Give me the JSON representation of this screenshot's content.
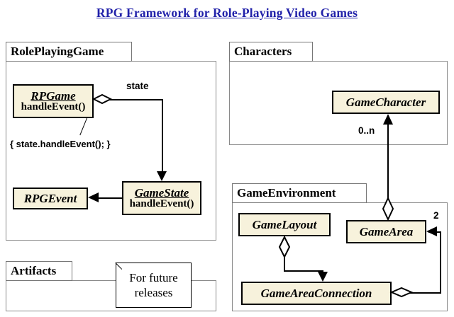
{
  "title": "RPG Framework for Role-Playing Video Games",
  "title_color": "#2222aa",
  "class_fill_color": "#f7f2dc",
  "packages": [
    {
      "name": "RolePlayingGame"
    },
    {
      "name": "Characters"
    },
    {
      "name": "GameEnvironment"
    },
    {
      "name": "Artifacts"
    }
  ],
  "classes": [
    {
      "name": "RPGame",
      "operation": "handleEvent()",
      "abstract": true,
      "underlined": true
    },
    {
      "name": "RPGEvent",
      "operation": "",
      "abstract": true,
      "underlined": false
    },
    {
      "name": "GameState",
      "operation": "handleEvent()",
      "abstract": true,
      "underlined": true
    },
    {
      "name": "GameCharacter",
      "operation": "",
      "abstract": true,
      "underlined": false
    },
    {
      "name": "GameLayout",
      "operation": "",
      "abstract": true,
      "underlined": false
    },
    {
      "name": "GameArea",
      "operation": "",
      "abstract": true,
      "underlined": false
    },
    {
      "name": "GameAreaConnection",
      "operation": "",
      "abstract": true,
      "underlined": false
    }
  ],
  "labels": {
    "state_role": "state",
    "character_multiplicity": "0..n",
    "area_multiplicity": "2"
  },
  "constraint": "{ state.handleEvent(); }",
  "note": {
    "line1": "For future",
    "line2": "releases"
  }
}
